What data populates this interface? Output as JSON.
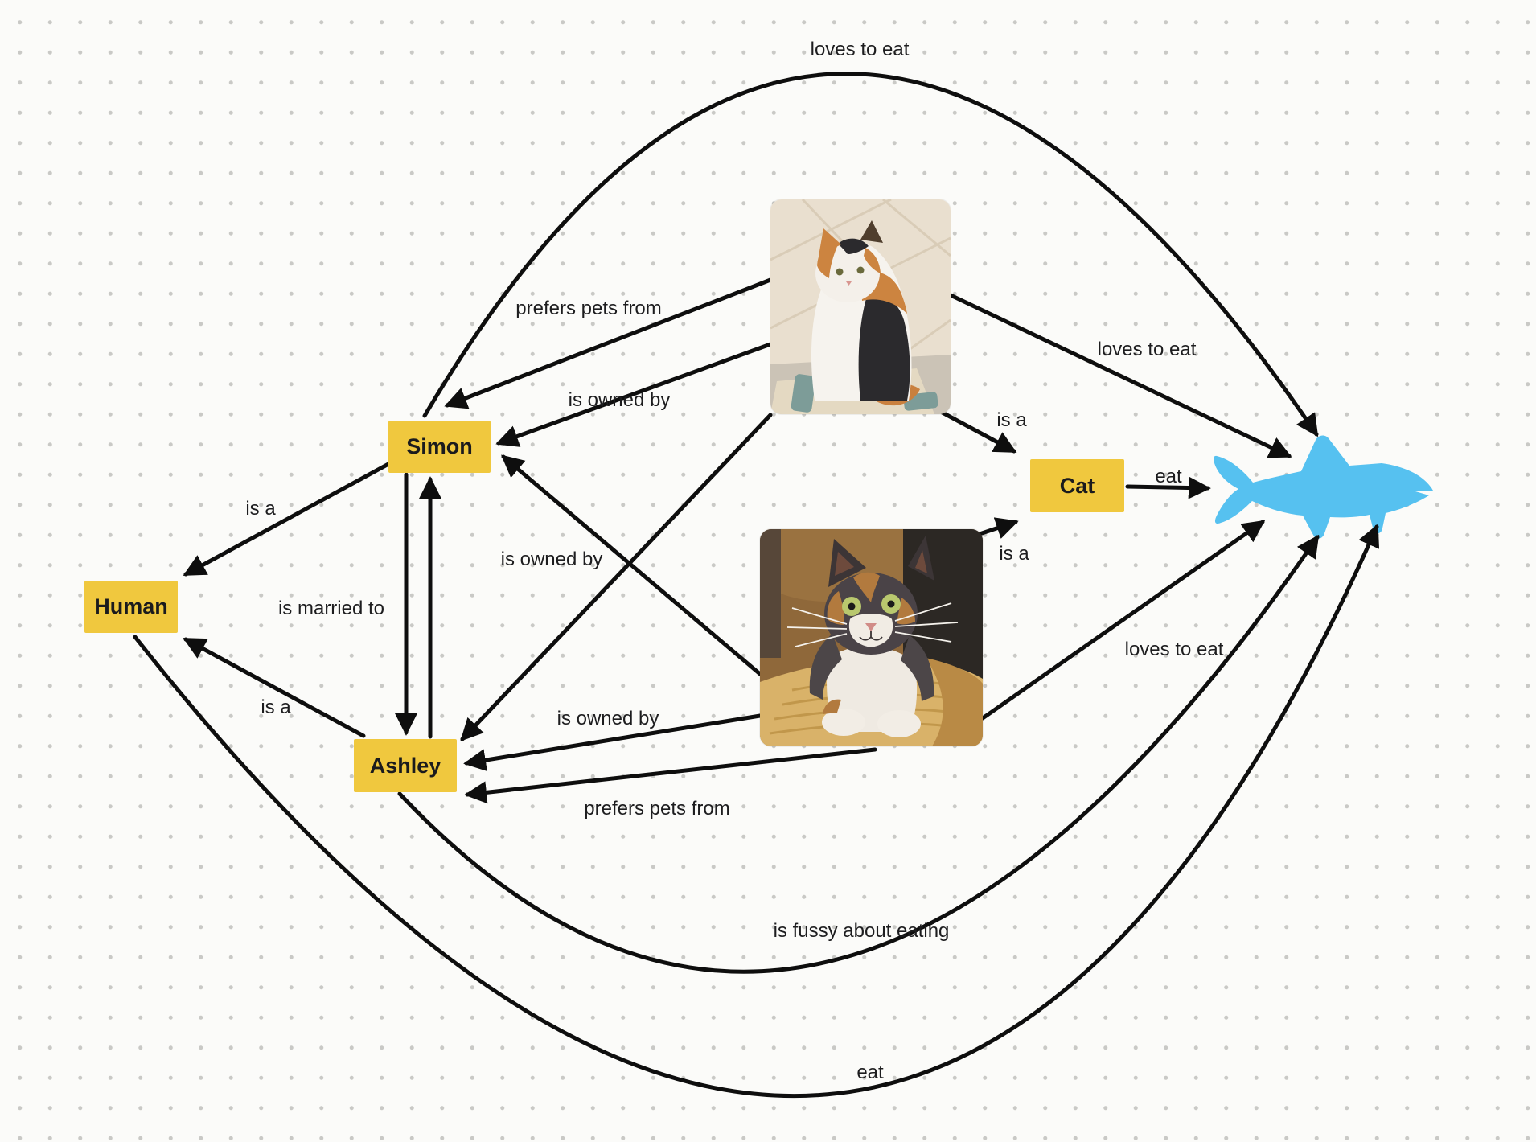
{
  "nodes": {
    "simon": {
      "label": "Simon"
    },
    "human": {
      "label": "Human"
    },
    "ashley": {
      "label": "Ashley"
    },
    "cat": {
      "label": "Cat"
    }
  },
  "edges": {
    "simon_loves_fish": {
      "label": "loves to eat"
    },
    "topcat_prefers_simon": {
      "label": "prefers pets from"
    },
    "topcat_owned_simon": {
      "label": "is owned by"
    },
    "topcat_loves_fish": {
      "label": "loves to eat"
    },
    "topcat_isa_cat": {
      "label": "is a"
    },
    "cat_eat_fish": {
      "label": "eat"
    },
    "bottomcat_isa_cat": {
      "label": "is a"
    },
    "bottomcat_loves_fish": {
      "label": "loves to eat"
    },
    "bottomcat_owned_simon": {
      "label": "is owned by"
    },
    "bottomcat_owned_ashley": {
      "label": "is owned by"
    },
    "bottomcat_prefers_ashley": {
      "label": "prefers pets from"
    },
    "simon_isa_human": {
      "label": "is a"
    },
    "ashley_isa_human": {
      "label": "is a"
    },
    "married": {
      "label": "is married to"
    },
    "ashley_fussy_fish": {
      "label": "is fussy about eating"
    },
    "human_eat_fish": {
      "label": "eat"
    }
  },
  "photos": {
    "top_cat": {
      "description": "fluffy calico cat sitting on a rug on a tiled floor"
    },
    "bottom_cat": {
      "description": "calico cat lying on a tan scratching post"
    }
  },
  "icons": {
    "fish": "fish-icon"
  },
  "colors": {
    "node_fill": "#F0C83E",
    "fish": "#56C1F0",
    "edge": "#0E0E0E",
    "label_text": "#1D1D1F",
    "background": "#FBFBF9",
    "grid_dot": "#C9C9C6"
  }
}
